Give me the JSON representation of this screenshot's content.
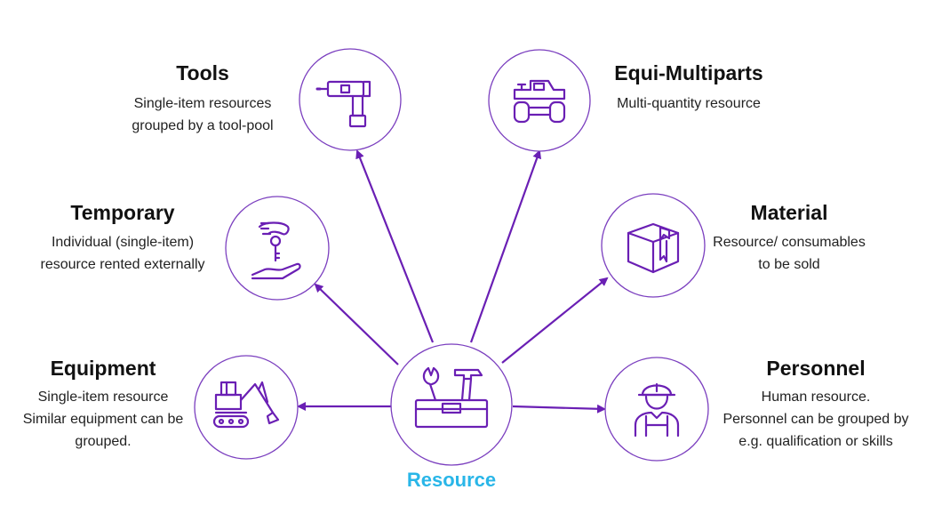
{
  "colors": {
    "accent": "#6a1fb4",
    "center_label": "#29b6e8",
    "ring": "#7b3fbf"
  },
  "center": {
    "label": "Resource",
    "icon": "toolbox-icon"
  },
  "nodes": [
    {
      "id": "tools",
      "title": "Tools",
      "lines": [
        "Single-item resources",
        "grouped by a tool-pool"
      ],
      "icon": "drill-icon"
    },
    {
      "id": "equi-multiparts",
      "title": "Equi-Multiparts",
      "lines": [
        "Multi-quantity resource"
      ],
      "icon": "truck-icon"
    },
    {
      "id": "temporary",
      "title": "Temporary",
      "lines": [
        "Individual (single-item)",
        "resource rented externally"
      ],
      "icon": "hand-key-icon"
    },
    {
      "id": "material",
      "title": "Material",
      "lines": [
        "Resource/ consumables",
        "to be sold"
      ],
      "icon": "box-icon"
    },
    {
      "id": "equipment",
      "title": "Equipment",
      "lines": [
        "Single-item resource",
        "Similar equipment can be",
        "grouped."
      ],
      "icon": "excavator-icon"
    },
    {
      "id": "personnel",
      "title": "Personnel",
      "lines": [
        "Human resource.",
        "Personnel can be grouped by",
        "e.g. qualification or skills"
      ],
      "icon": "worker-icon"
    }
  ]
}
